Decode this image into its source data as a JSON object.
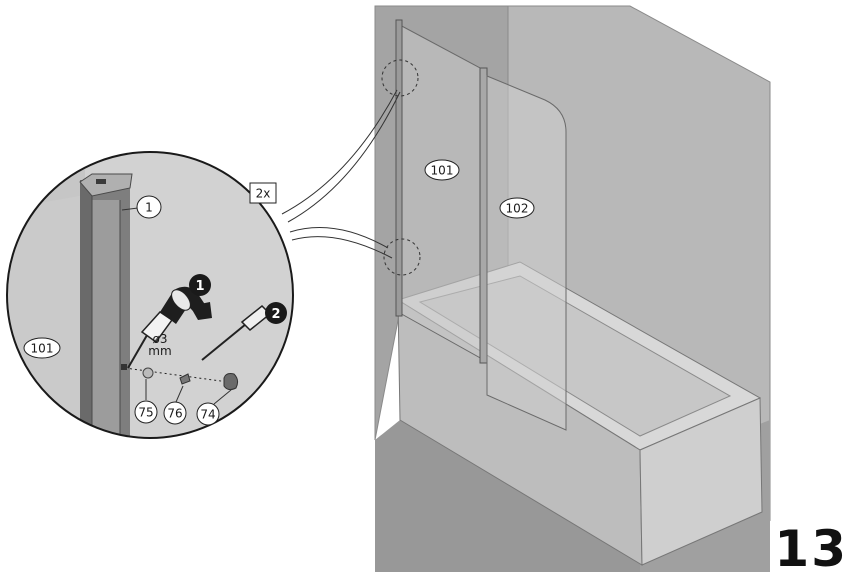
{
  "step_number": "13",
  "repeat_label": "2x",
  "tool_steps": [
    "1",
    "2"
  ],
  "drill_size": "ø3",
  "drill_unit": "mm",
  "part_labels": {
    "profile": "1",
    "fixed_panel_detail": "101",
    "fixed_panel": "101",
    "hinged_panel": "102",
    "cap_75": "75",
    "screw_76": "76",
    "cover_74": "74"
  }
}
